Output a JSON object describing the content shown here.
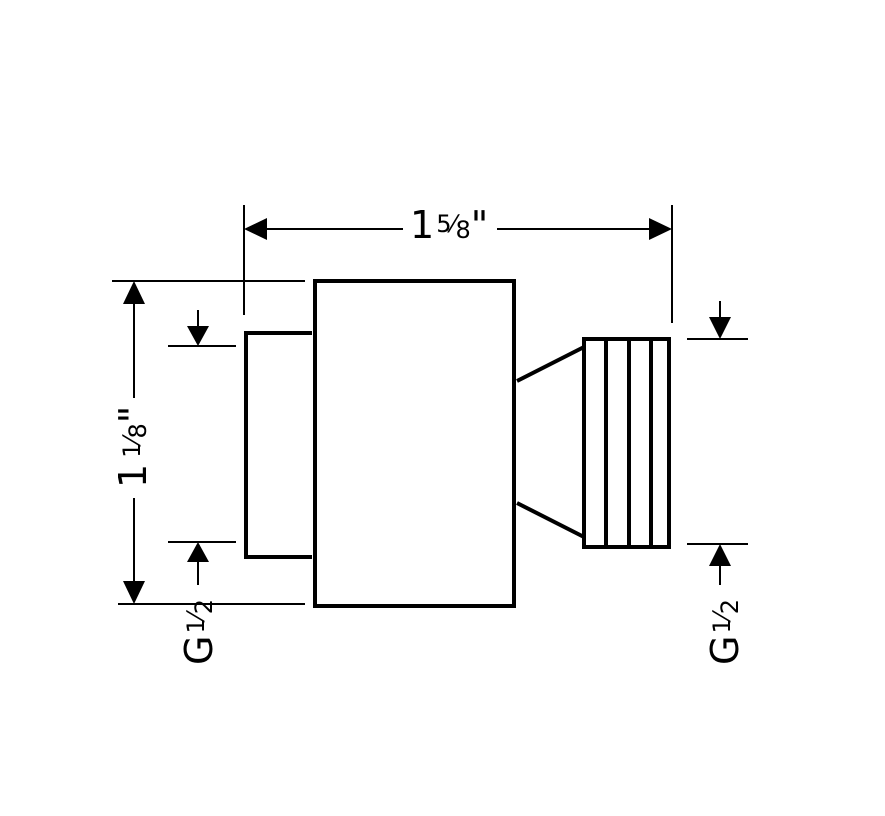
{
  "dimensions": {
    "overall_length": {
      "whole": "1",
      "num": "5",
      "den": "8",
      "unit": "\""
    },
    "overall_height": {
      "whole": "1",
      "num": "1",
      "den": "8",
      "unit": "\""
    },
    "thread_left": {
      "prefix": "G",
      "num": "1",
      "den": "2"
    },
    "thread_right": {
      "prefix": "G",
      "num": "1",
      "den": "2"
    }
  },
  "colors": {
    "stroke": "#000000",
    "background": "#ffffff"
  }
}
